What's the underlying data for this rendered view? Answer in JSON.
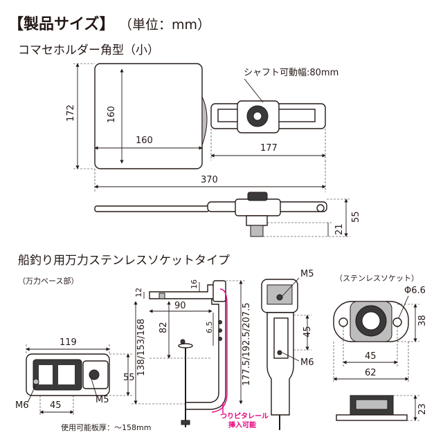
{
  "header": {
    "title": "【製品サイズ】",
    "unit": "（単位：mm）",
    "product1": "コマセホルダー角型（小）",
    "product2": "船釣り用万力ステンレスソケットタイプ"
  },
  "holder": {
    "shaft_label": "シャフト可動幅:80mm",
    "dims": {
      "height_outer": "172",
      "height_inner": "160",
      "width_inner": "160",
      "shaft": "177",
      "total": "370",
      "side_height": "55",
      "side_low": "21"
    }
  },
  "clamp": {
    "base_label": "（万力ベース部）",
    "socket_label": "（ステンレスソケット）",
    "top_view": {
      "width": "119",
      "height": "55",
      "m6": "M6",
      "m5": "M5",
      "bottom": "45"
    },
    "side_view": {
      "d12": "12",
      "d16": "16",
      "d90": "90",
      "d82": "82",
      "d6_5": "6.5",
      "range1": "138/153/168",
      "range2": "177.5/192.5/207.5",
      "thickness": "使用可能板厚：～158mm"
    },
    "front_view": {
      "m5": "M5",
      "d45": "45",
      "m6": "M6"
    },
    "socket": {
      "phi": "Φ6.6",
      "d38": "38",
      "d45": "45",
      "d62": "62",
      "d23": "23"
    },
    "rail_note_line1": "つりピタレール",
    "rail_note_line2": "挿入可能"
  },
  "colors": {
    "ink": "#231815",
    "accent": "#e5007f",
    "part_grey": "#bdbdbd"
  }
}
